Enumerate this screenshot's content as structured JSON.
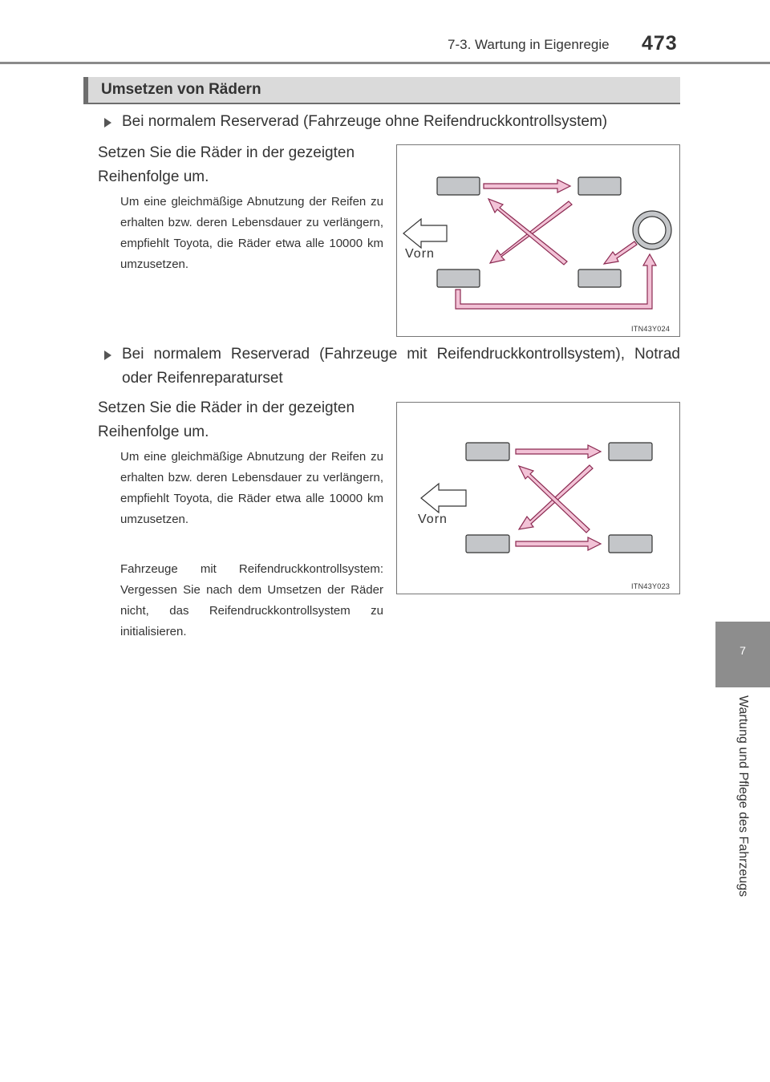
{
  "header": {
    "section": "7-3. Wartung in Eigenregie",
    "page_number": "473"
  },
  "side_tab": {
    "chapter_number": "7",
    "chapter_title": "Wartung und Pflege des Fahrzeugs"
  },
  "section": {
    "title": "Umsetzen von Rädern"
  },
  "block1": {
    "bullet": "Bei normalem Reserverad (Fahrzeuge ohne Reifendruckkontrollsystem)",
    "lead": "Setzen Sie die Räder in der gezeigten Reihenfolge um.",
    "note": "Um eine gleichmäßige Abnutzung der Reifen zu erhalten bzw. deren Lebensdauer zu verlängern, empfiehlt Toyota, die Räder etwa alle 10000 km umzusetzen.",
    "figure": {
      "label": "Vorn",
      "code": "ITN43Y024"
    }
  },
  "block2": {
    "bullet": "Bei normalem Reserverad (Fahrzeuge mit Reifendruckkontrollsystem), Notrad oder Reifenreparaturset",
    "lead": "Setzen Sie die Räder in der gezeigten Reihenfolge um.",
    "note": "Um eine gleichmäßige Abnutzung der Reifen zu erhalten bzw. deren Lebensdauer zu verlängern, empfiehlt Toyota, die Räder etwa alle 10000 km umzusetzen.",
    "note2": "Fahrzeuge mit Reifendruckkontrollsystem: Vergessen Sie nach dem Umsetzen der Räder nicht, das Reifendruckkontrollsystem zu initialisieren.",
    "figure": {
      "label": "Vorn",
      "code": "ITN43Y023"
    }
  },
  "colors": {
    "arrow_fill": "#f2c2d6",
    "arrow_stroke": "#8c2a52",
    "tire_fill": "#c4c6c9",
    "tab_gray": "#8d8d8d"
  }
}
